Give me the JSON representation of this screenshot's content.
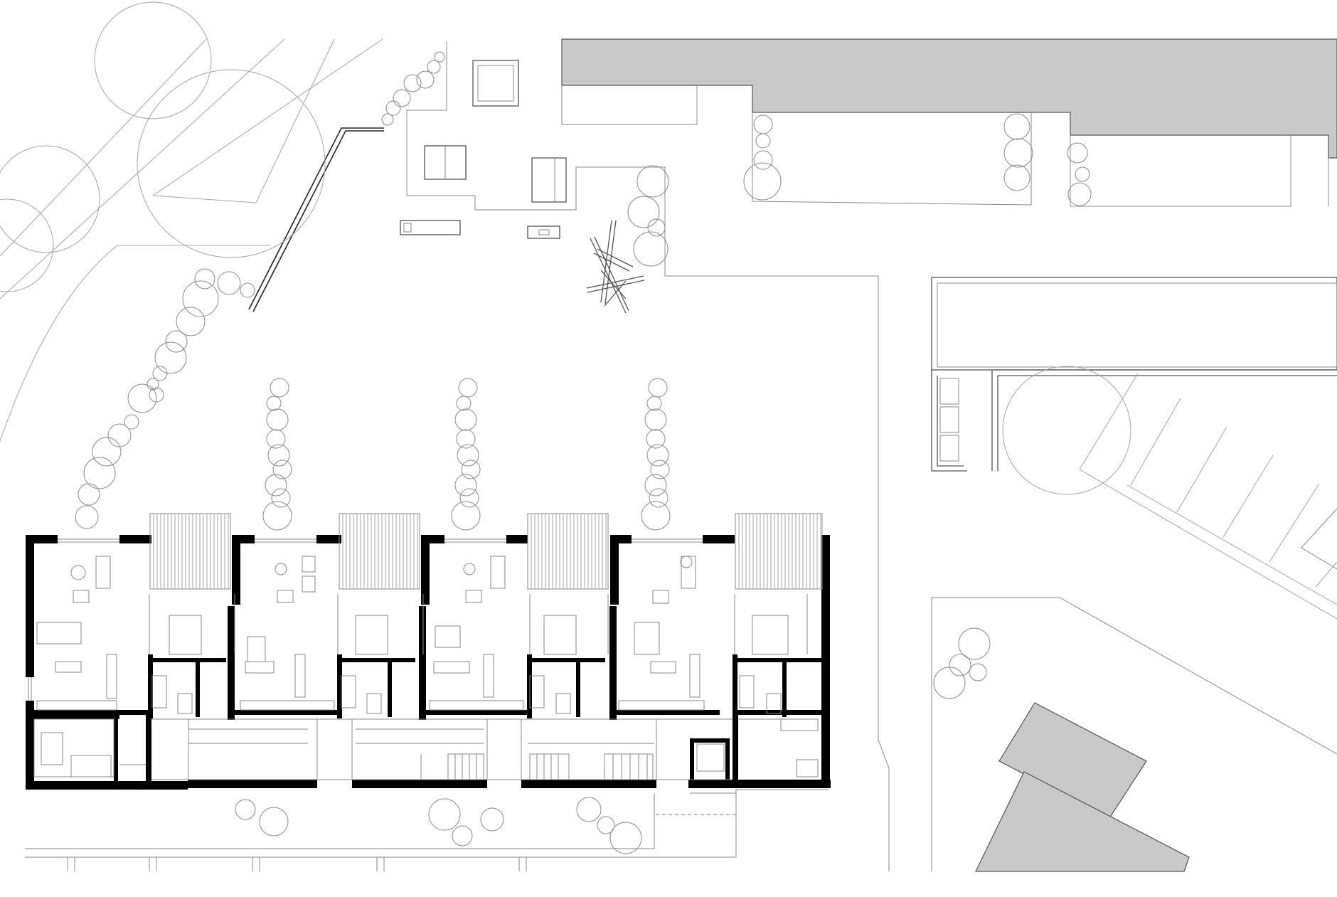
{
  "drawing": {
    "type": "site-plan",
    "colors": {
      "background": "#ffffff",
      "walls": "#000000",
      "neighbour_buildings": "#c8c8c8",
      "linework": "#8a8a8a"
    },
    "row_house_units": 4,
    "tree_rows": 3
  }
}
